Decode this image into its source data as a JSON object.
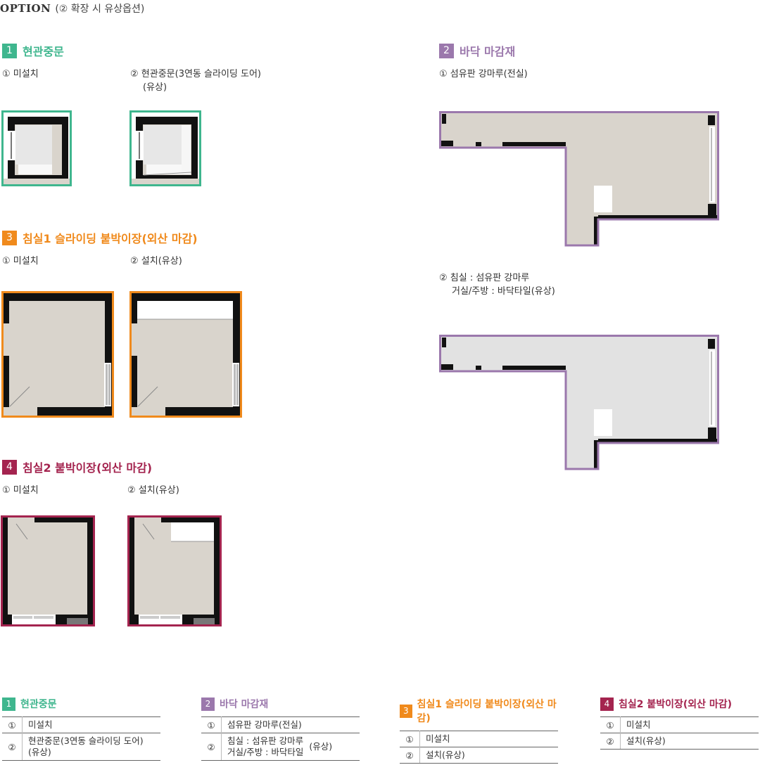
{
  "header": {
    "title": "OPTION",
    "subtitle": "(② 확장 시 유상옵션)"
  },
  "colors": {
    "green": "#3fb68e",
    "purple": "#9b78ac",
    "orange": "#f08a1c",
    "crimson": "#a4244f",
    "wall": "#111111",
    "floor_beige": "#d9d4cc",
    "floor_grey": "#e2e2e2",
    "white": "#ffffff"
  },
  "sections": {
    "s1": {
      "number": "1",
      "title": "현관중문",
      "opt1": "① 미설치",
      "opt2_line1": "② 현관중문(3연동 슬라이딩 도어)",
      "opt2_line2": "(유상)"
    },
    "s2": {
      "number": "2",
      "title": "바닥 마감재",
      "opt1": "① 섬유판 강마루(전실)",
      "opt2_line1": "② 침실 : 섬유판 강마루",
      "opt2_line2": "거실/주방 : 바닥타일(유상)"
    },
    "s3": {
      "number": "3",
      "title": "침실1 슬라이딩 붙박이장(외산 마감)",
      "opt1": "① 미설치",
      "opt2": "② 설치(유상)"
    },
    "s4": {
      "number": "4",
      "title": "침실2 붙박이장(외산 마감)",
      "opt1": "① 미설치",
      "opt2": "② 설치(유상)"
    }
  },
  "summary": {
    "s1": {
      "number": "1",
      "title": "현관중문",
      "rows": [
        {
          "num": "①",
          "line1": "미설치",
          "line2": ""
        },
        {
          "num": "②",
          "line1": "현관중문(3연동 슬라이딩 도어)",
          "line2": "(유상)"
        }
      ]
    },
    "s2": {
      "number": "2",
      "title": "바닥 마감재",
      "rows": [
        {
          "num": "①",
          "line1": "섬유판 강마루(전실)",
          "line2": ""
        },
        {
          "num": "②",
          "line1": "침실 : 섬유판 강마루",
          "line2": "거실/주방 : 바닥타일",
          "suffix": "(유상)"
        }
      ]
    },
    "s3": {
      "number": "3",
      "title": "침실1 슬라이딩 붙박이장(외산 마감)",
      "rows": [
        {
          "num": "①",
          "line1": "미설치"
        },
        {
          "num": "②",
          "line1": "설치(유상)"
        }
      ]
    },
    "s4": {
      "number": "4",
      "title": "침실2 붙박이장(외산 마감)",
      "rows": [
        {
          "num": "①",
          "line1": "미설치"
        },
        {
          "num": "②",
          "line1": "설치(유상)"
        }
      ]
    }
  }
}
